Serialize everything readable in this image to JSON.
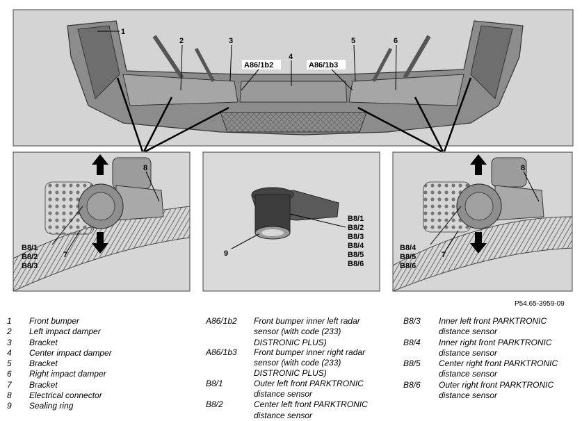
{
  "labels": {
    "n1": "1",
    "n2": "2",
    "n3": "3",
    "n4": "4",
    "n5": "5",
    "n6": "6",
    "n7": "7",
    "n8": "8",
    "n9": "9",
    "a86_1b2": "A86/1b2",
    "a86_1b3": "A86/1b3",
    "left_panel_codes": [
      "B8/1",
      "B8/2",
      "B8/3"
    ],
    "mid_panel_codes": [
      "B8/1",
      "B8/2",
      "B8/3",
      "B8/4",
      "B8/5",
      "B8/6"
    ],
    "right_panel_codes": [
      "B8/4",
      "B8/5",
      "B8/6"
    ]
  },
  "reference": "P54.65-3959-09",
  "legend": {
    "col1": [
      {
        "key": "1",
        "desc": "Front bumper"
      },
      {
        "key": "2",
        "desc": "Left impact damper"
      },
      {
        "key": "3",
        "desc": "Bracket"
      },
      {
        "key": "4",
        "desc": "Center impact damper"
      },
      {
        "key": "5",
        "desc": "Bracket"
      },
      {
        "key": "6",
        "desc": "Right impact damper"
      },
      {
        "key": "7",
        "desc": "Bracket"
      },
      {
        "key": "8",
        "desc": "Electrical connector"
      },
      {
        "key": "9",
        "desc": "Sealing ring"
      }
    ],
    "col2": [
      {
        "key": "A86/1b2",
        "desc": "Front bumper inner left radar sensor (with code (233) DISTRONIC PLUS)"
      },
      {
        "key": "A86/1b3",
        "desc": "Front bumper inner right radar sensor (with code (233) DISTRONIC PLUS)"
      },
      {
        "key": "B8/1",
        "desc": "Outer left front PARKTRONIC distance sensor"
      },
      {
        "key": "B8/2",
        "desc": "Center left front PARKTRONIC distance sensor"
      }
    ],
    "col3": [
      {
        "key": "B8/3",
        "desc": "Inner left front PARKTRONIC distance sensor"
      },
      {
        "key": "B8/4",
        "desc": "Inner right front PARKTRONIC distance sensor"
      },
      {
        "key": "B8/5",
        "desc": "Center right front PARKTRONIC distance sensor"
      },
      {
        "key": "B8/6",
        "desc": "Outer right front PARKTRONIC distance sensor"
      }
    ]
  }
}
